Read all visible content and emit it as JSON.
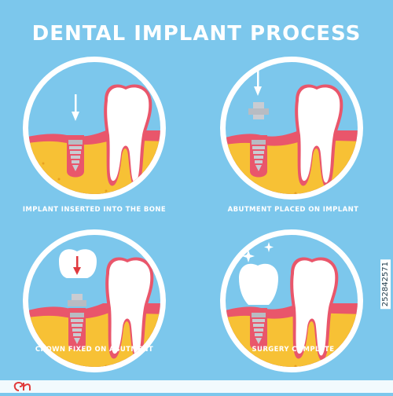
{
  "title": "DENTAL IMPLANT PROCESS",
  "steps": [
    {
      "caption": "IMPLANT INSERTED INTO THE BONE"
    },
    {
      "caption": "ABUTMENT PLACED ON IMPLANT"
    },
    {
      "caption": "CROWN FIXED ON ABUTMENT"
    },
    {
      "caption": "SURGERY COMPLETE"
    }
  ],
  "stock_id": "252842571",
  "colors": {
    "background": "#7cc7ec",
    "bone": "#f7c135",
    "gum": "#e9566b",
    "tooth": "#ffffff",
    "implant": "#c9ccd2",
    "arrow_white": "#ffffff",
    "arrow_red": "#e0393e"
  }
}
